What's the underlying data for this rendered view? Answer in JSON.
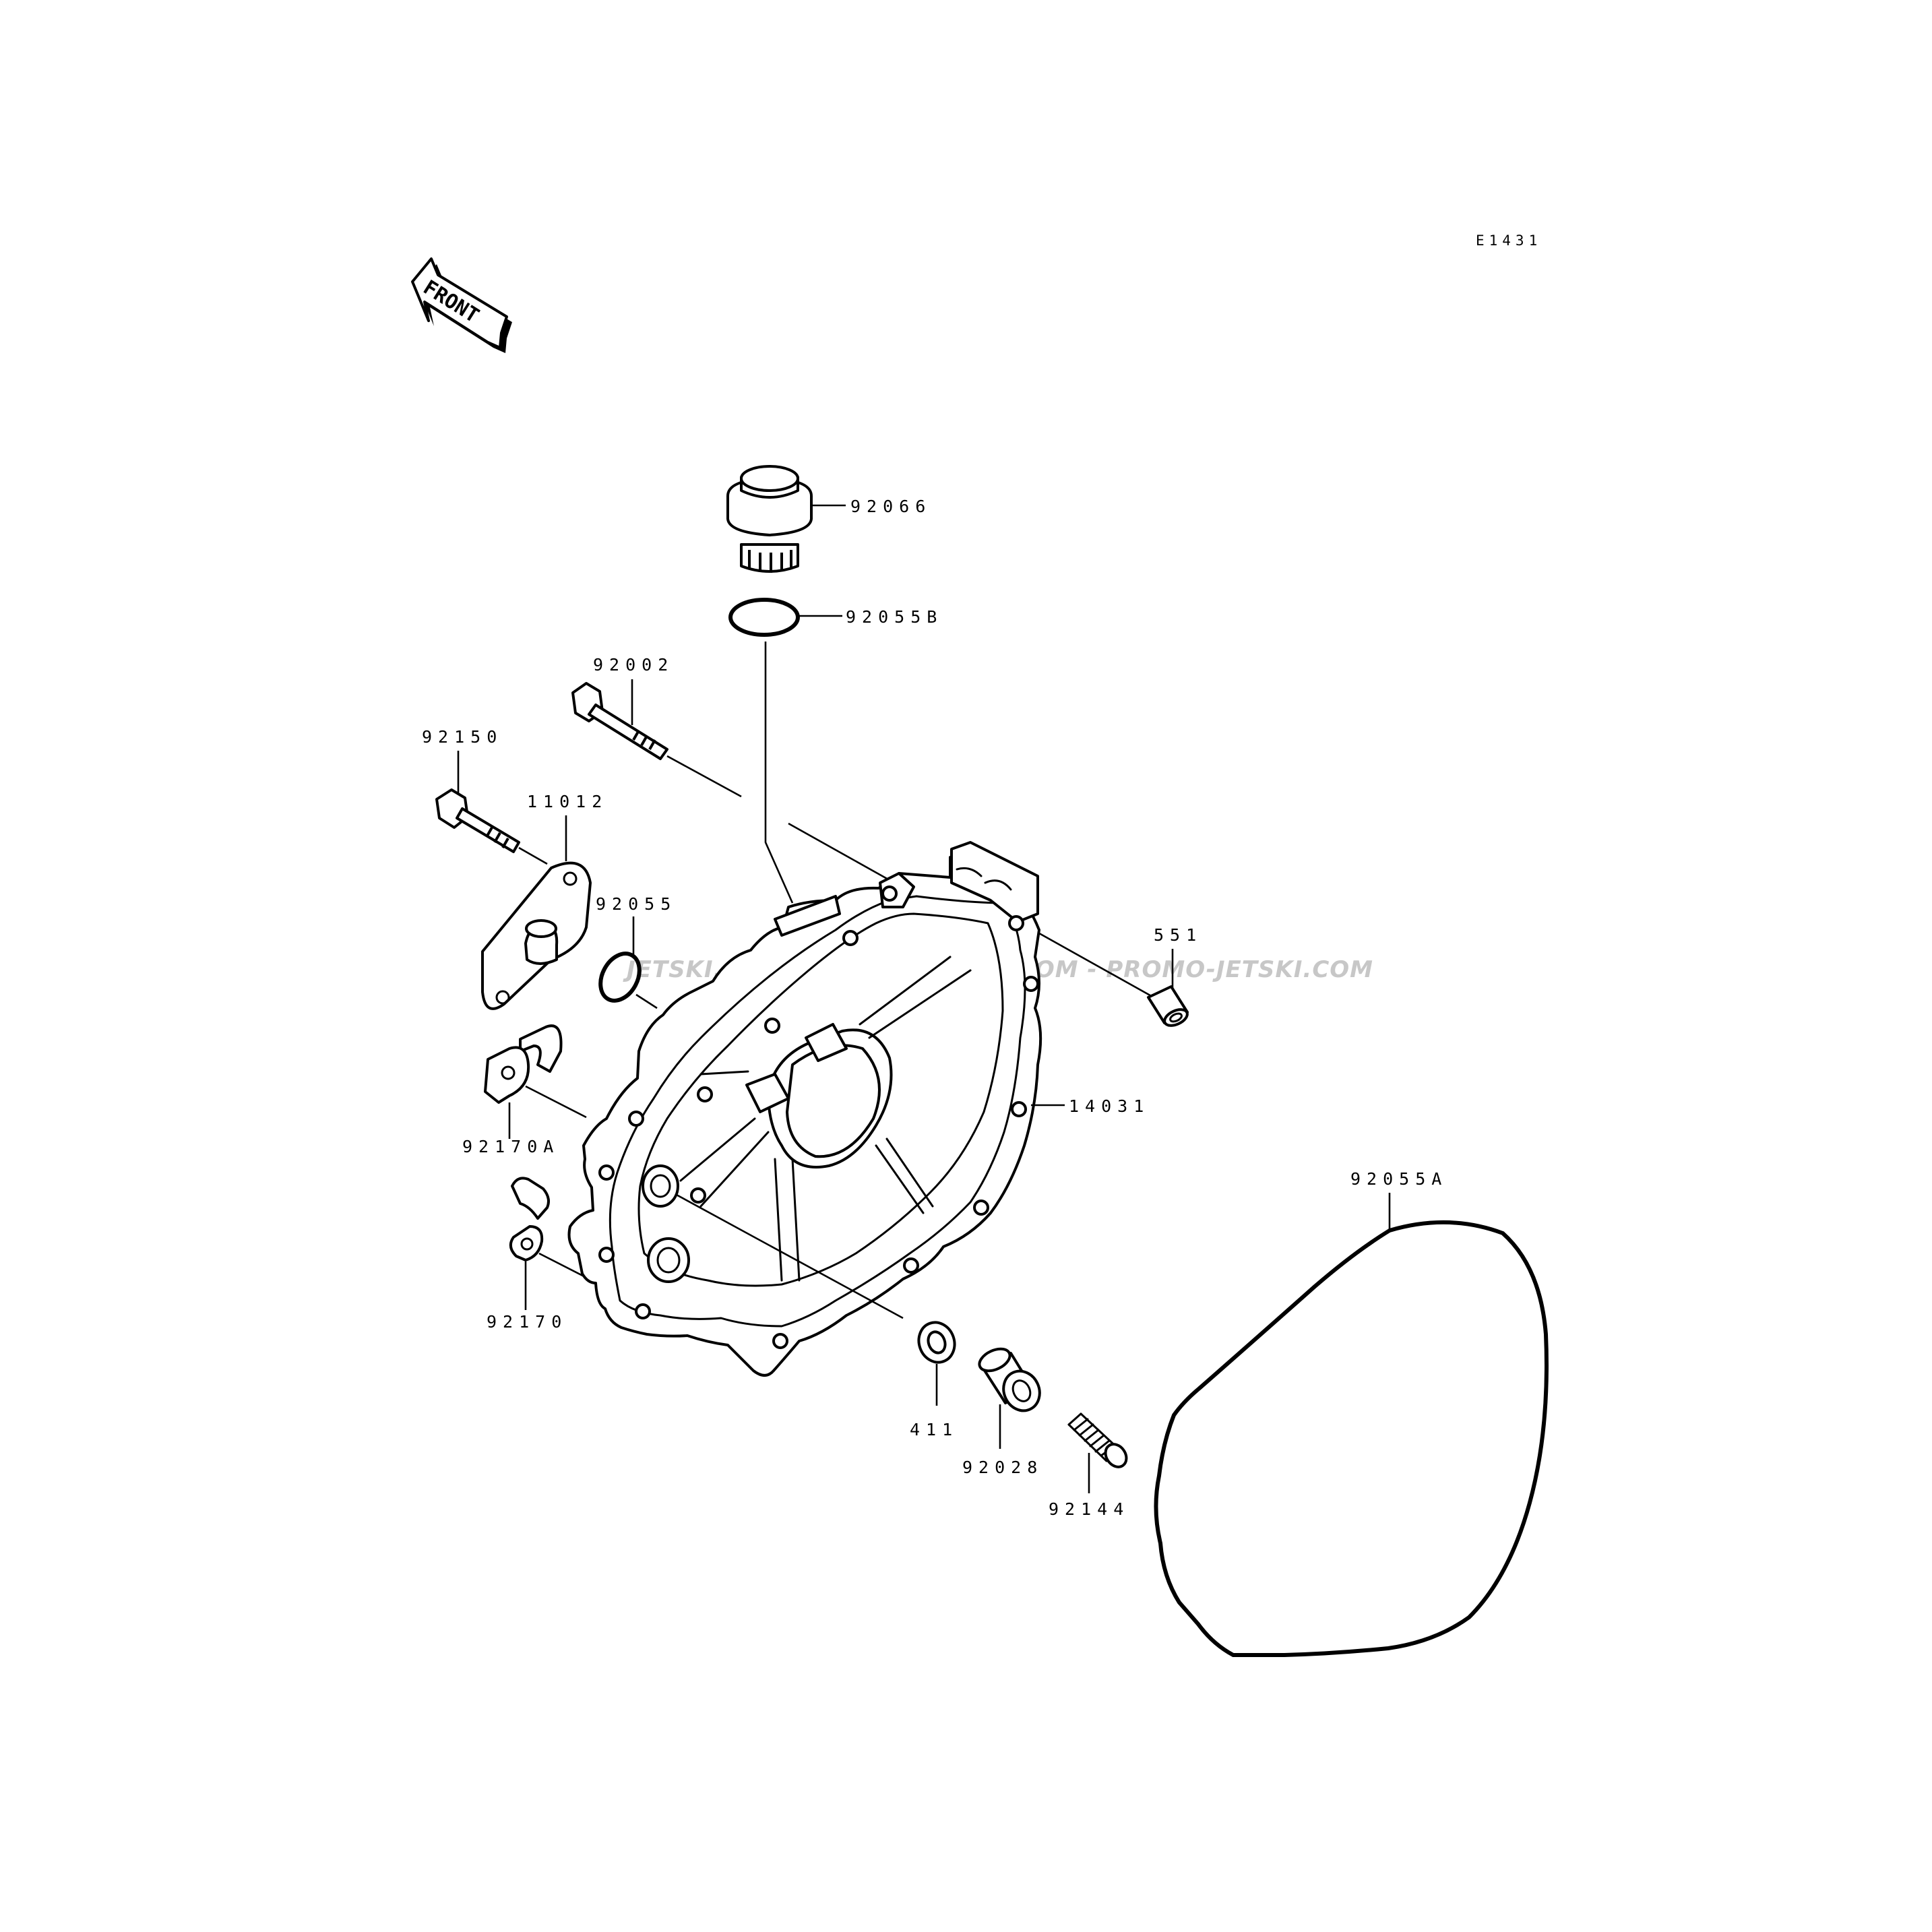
{
  "diagram": {
    "figure_code": "E1431",
    "direction_label": "FRONT",
    "watermark": "JETSKI.COM - PROMO-JETSKI.COM - PROMO-JETSKI.COM",
    "part_labels": {
      "p92066": "92066",
      "p92055B": "92055B",
      "p92002": "92002",
      "p92150": "92150",
      "p11012": "11012",
      "p92055": "92055",
      "p551": "551",
      "p14031": "14031",
      "p92170A": "92170A",
      "p92055A": "92055A",
      "p92170": "92170",
      "p411": "411",
      "p92028": "92028",
      "p92144": "92144"
    }
  },
  "colors": {
    "ink": "#000000",
    "paper": "#ffffff",
    "watermark": "#9a9a9a"
  }
}
